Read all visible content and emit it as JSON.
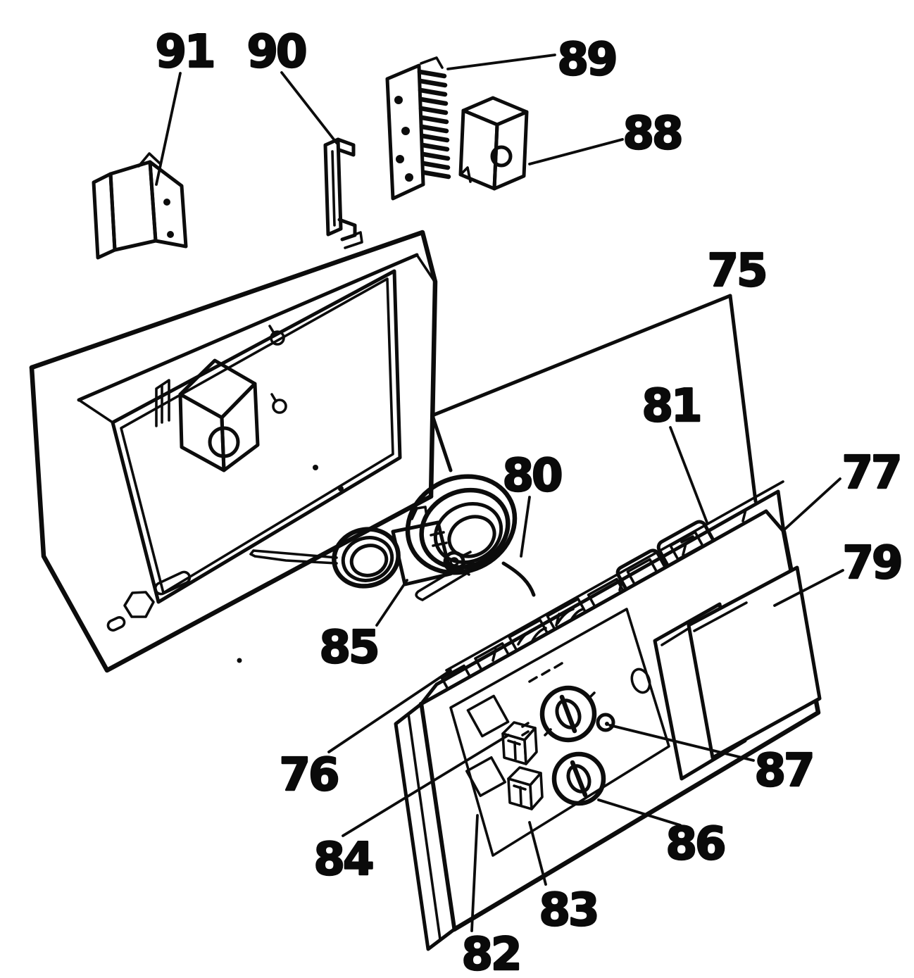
{
  "figure": {
    "kind": "exploded-parts-diagram",
    "background_color": "#ffffff",
    "line_color": "#0c0c0c",
    "label_color": "#0a0a0a"
  },
  "callouts": [
    {
      "number": "91"
    },
    {
      "number": "90"
    },
    {
      "number": "89"
    },
    {
      "number": "88"
    },
    {
      "number": "75"
    },
    {
      "number": "81"
    },
    {
      "number": "80"
    },
    {
      "number": "77"
    },
    {
      "number": "79"
    },
    {
      "number": "85"
    },
    {
      "number": "76"
    },
    {
      "number": "84"
    },
    {
      "number": "87"
    },
    {
      "number": "86"
    },
    {
      "number": "83"
    },
    {
      "number": "82"
    }
  ]
}
